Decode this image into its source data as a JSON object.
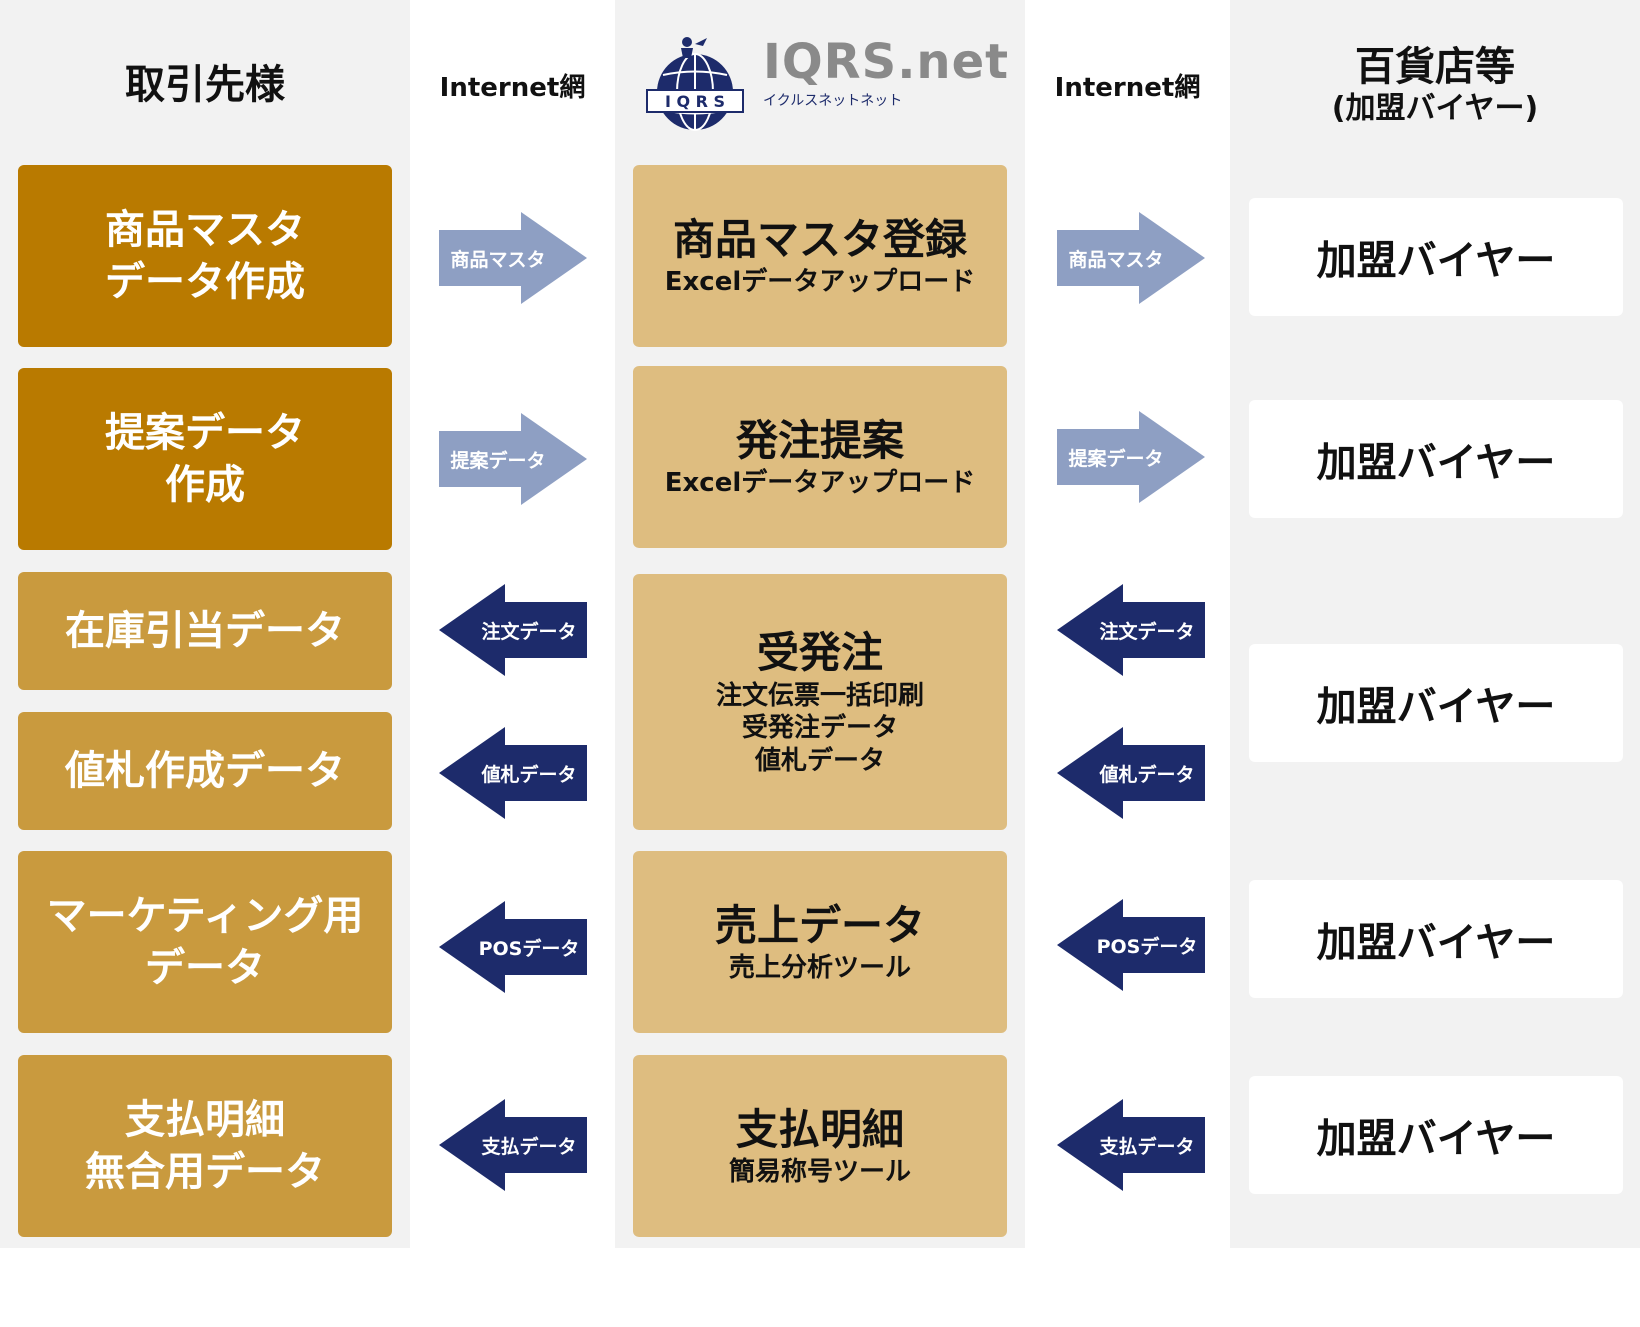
{
  "columns": {
    "left_header": "取引先様",
    "net_left": "Internet網",
    "net_right": "Internet網",
    "right_header_line1": "百貨店等",
    "right_header_line2": "(加盟バイヤー)"
  },
  "logo": {
    "title": "IQRS.net",
    "kana": "イクルスネットネット",
    "globe_label": "I Q R S"
  },
  "left_boxes": [
    "商品マスタ\nデータ作成",
    "提案データ\n作成",
    "在庫引当データ",
    "値札作成データ",
    "マーケティング用\nデータ",
    "支払明細\n無合用データ"
  ],
  "center_boxes": [
    {
      "title": "商品マスタ登録",
      "sub": "Excelデータアップロード"
    },
    {
      "title": "発注提案",
      "sub": "Excelデータアップロード"
    },
    {
      "title": "受発注",
      "sub": "注文伝票一括印刷\n受発注データ\n値札データ"
    },
    {
      "title": "売上データ",
      "sub": "売上分析ツール"
    },
    {
      "title": "支払明細",
      "sub": "簡易称号ツール"
    }
  ],
  "right_boxes": [
    "加盟バイヤー",
    "加盟バイヤー",
    "加盟バイヤー",
    "加盟バイヤー",
    "加盟バイヤー"
  ],
  "arrows_left": [
    "商品マスタ",
    "提案データ",
    "注文データ",
    "値札データ",
    "POSデータ",
    "支払データ"
  ],
  "arrows_right": [
    "商品マスタ",
    "提案データ",
    "注文データ",
    "値札データ",
    "POSデータ",
    "支払データ"
  ],
  "colors": {
    "left_dark": "#b97a00",
    "left_mid": "#c99a3e",
    "center_box": "#debd80",
    "arrow_right": "#8e9fc3",
    "arrow_left": "#1d2b6b",
    "column_bg": "#f2f2f2"
  }
}
